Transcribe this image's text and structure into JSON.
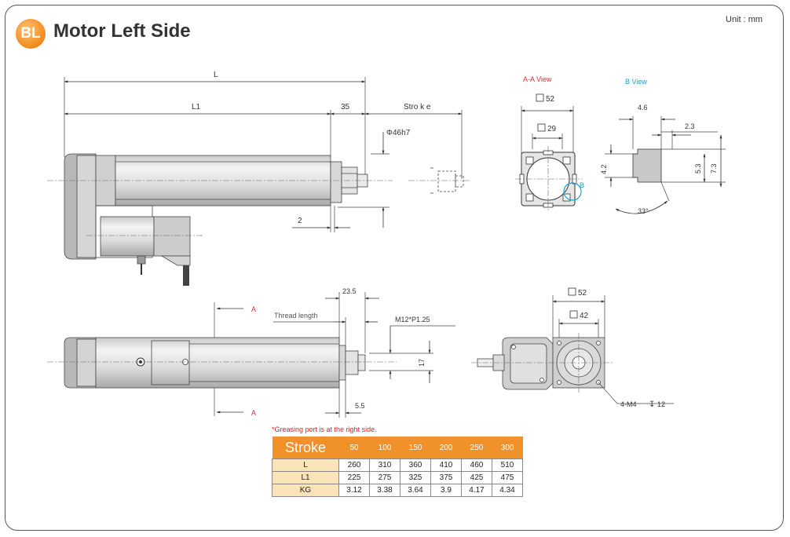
{
  "header": {
    "badge": "BL",
    "title": "Motor Left Side",
    "unit": "Unit : mm"
  },
  "top_view": {
    "dims": {
      "L": "L",
      "L1": "L1",
      "d35": "35",
      "stroke": "Stro k e",
      "phi": "Φ46h7",
      "d2": "2"
    }
  },
  "aa_view": {
    "title": "A-A View",
    "outer": "52",
    "inner": "29",
    "b_marker": "B"
  },
  "b_view": {
    "title": "B View",
    "d46": "4.6",
    "d23": "2.3",
    "d42": "4.2",
    "d53": "5.3",
    "d73": "7.3",
    "angle": "33°"
  },
  "side_view": {
    "d235": "23.5",
    "thread_label": "Thread length",
    "thread_spec": "M12*P1.25",
    "d17": "17",
    "d55": "5.5",
    "section_a": "A"
  },
  "end_view": {
    "outer": "52",
    "inner": "42",
    "holes": "4-M4",
    "depth": "12"
  },
  "note": "Greasing port is at the right side.",
  "table": {
    "header_label": "Stroke",
    "strokes": [
      "50",
      "100",
      "150",
      "200",
      "250",
      "300"
    ],
    "rows": [
      {
        "label": "L",
        "values": [
          "260",
          "310",
          "360",
          "410",
          "460",
          "510"
        ]
      },
      {
        "label": "L1",
        "values": [
          "225",
          "275",
          "325",
          "375",
          "425",
          "475"
        ]
      },
      {
        "label": "KG",
        "values": [
          "3.12",
          "3.38",
          "3.64",
          "3.9",
          "4.17",
          "4.34"
        ]
      }
    ]
  },
  "colors": {
    "accent": "#f0912a",
    "row_label_bg": "#fbe3b8",
    "aa_title": "#d32f2f",
    "b_title": "#1ba1d4",
    "note": "#dd2222"
  }
}
